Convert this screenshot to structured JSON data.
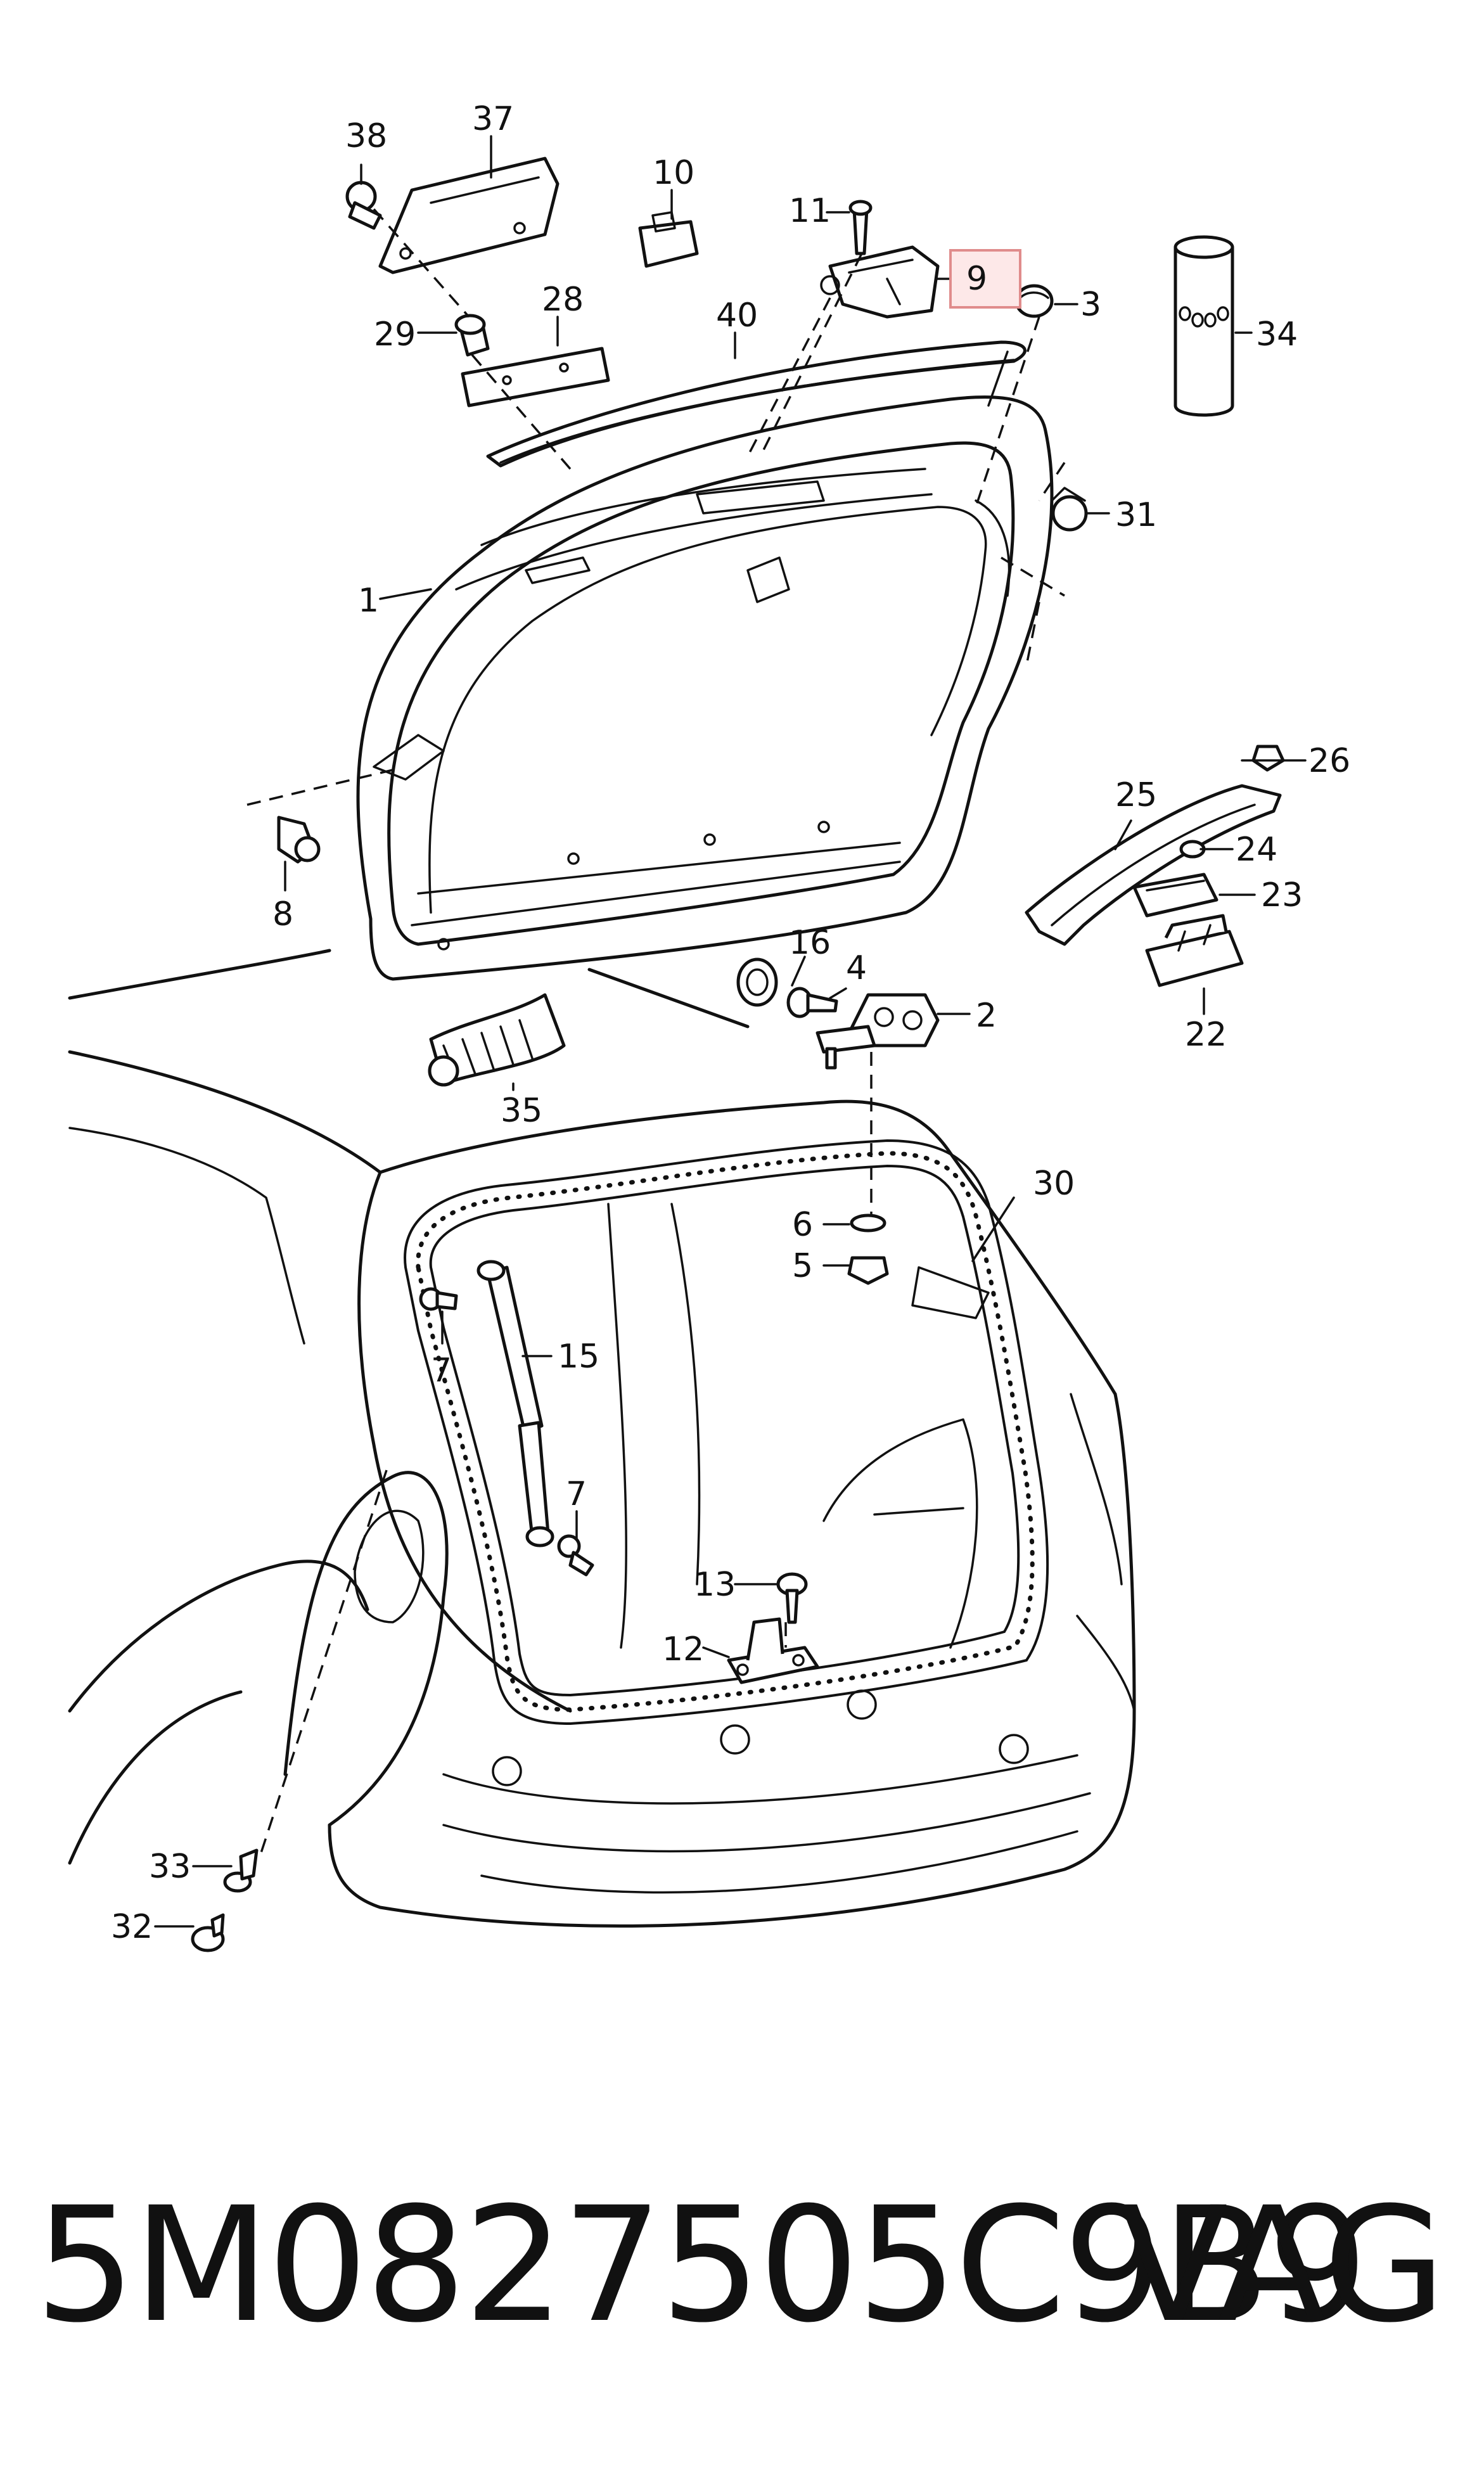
{
  "footer": {
    "part_number": "5M0827505C9B9",
    "brand": "VAG"
  },
  "highlight_color": "#e08c8c",
  "callouts": {
    "c1": "1",
    "c2": "2",
    "c3": "3",
    "c4": "4",
    "c5": "5",
    "c6": "6",
    "c7a": "7",
    "c7b": "7",
    "c8": "8",
    "c9": "9",
    "c10": "10",
    "c11": "11",
    "c12": "12",
    "c13": "13",
    "c15": "15",
    "c16": "16",
    "c22": "22",
    "c23": "23",
    "c24": "24",
    "c25": "25",
    "c26": "26",
    "c28": "28",
    "c29": "29",
    "c30": "30",
    "c31": "31",
    "c32": "32",
    "c33": "33",
    "c34": "34",
    "c35": "35",
    "c37": "37",
    "c38": "38",
    "c40": "40"
  }
}
